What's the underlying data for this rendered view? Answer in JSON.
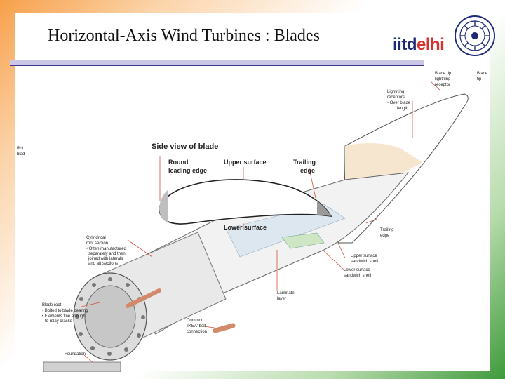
{
  "slide": {
    "title": "Horizontal-Axis Wind Turbines : Blades"
  },
  "logo": {
    "text_part1": "iitd",
    "text_part2": "elhi"
  },
  "diagram": {
    "heading": "Side view of blade",
    "labels": {
      "round_leading_edge_1": "Round",
      "round_leading_edge_2": "leading edge",
      "upper_surface": "Upper surface",
      "trailing_edge_1": "Trailing",
      "trailing_edge_2": "edge",
      "lower_surface": "Lower surface",
      "blade_tip_lightning_1": "Blade tip",
      "blade_tip_lightning_2": "lightning",
      "blade_tip_lightning_3": "receptor",
      "blade_tip_1": "Blade",
      "blade_tip_2": "tip",
      "lightning_receptors_1": "Lightning",
      "lightning_receptors_2": "receptors",
      "lightning_receptors_3": "• Over blade",
      "lightning_receptors_4": "length",
      "trailing_edge_r_1": "Trailing",
      "trailing_edge_r_2": "edge",
      "upper_surface_shell_1": "Upper surface",
      "upper_surface_shell_2": "sandwich shell",
      "lower_surface_shell_1": "Lower surface",
      "lower_surface_shell_2": "sandwich shell",
      "laminate_1": "Laminate",
      "laminate_2": "layer",
      "cylindrical_1": "Cylindrical",
      "cylindrical_2": "root section",
      "cylindrical_3": "• Often manufactured",
      "cylindrical_4": "separately and then",
      "cylindrical_5": "joined with laterals",
      "cylindrical_6": "and aft sections",
      "blade_root_1": "Blade root",
      "blade_root_2": "• Bolted to blade bearing",
      "blade_root_3": "• Elements fine enough",
      "blade_root_4": "to relay cracks",
      "bolt_1": "Common",
      "bolt_2": "'IKEA' bolt",
      "bolt_3": "connection",
      "foundation": "Foundation",
      "left_clip_1": "Rot",
      "left_clip_2": "blad"
    }
  }
}
